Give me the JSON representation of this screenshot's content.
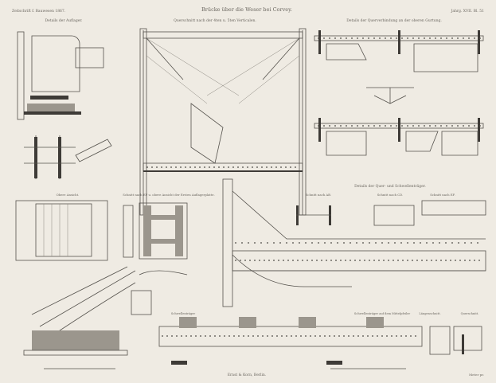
{
  "plate": {
    "journal": "Zeitschrift f. Bauwesen 1867.",
    "title": "Brücke über die Weser bei Corvey.",
    "sheet": "Jahrg. XVII. Bl. 51",
    "printer": "Ernst & Korn, Berlin.",
    "scale_note": "Meter pr."
  },
  "sections": {
    "bearings": "Details der Auflager.",
    "cross_section": "Querschnitt nach der 4ten u. 5ten Verticalen.",
    "upper_chord": "Details der Querverbindung an der oberen Gurtung.",
    "cross_beams": "Details der Quer- und Schwellenträger.",
    "cut_ab": "Schnitt nach AB.",
    "cut_cd": "Schnitt nach CD.",
    "cut_ef": "Schnitt nach EF.",
    "top_view": "Obere Ansicht.",
    "plate_view": "Schnitt nach EF u. obere Ansicht der Ersten Auflagerplatte.",
    "stringer_left": "Schwellenträger",
    "stringer_pier": "Schwellenträger auf dem Mittelpfeiler",
    "longitudinal": "Längenschnitt.",
    "transverse": "Querschnitt."
  },
  "colors": {
    "paper": "#efebe3",
    "ink": "#55524d"
  }
}
